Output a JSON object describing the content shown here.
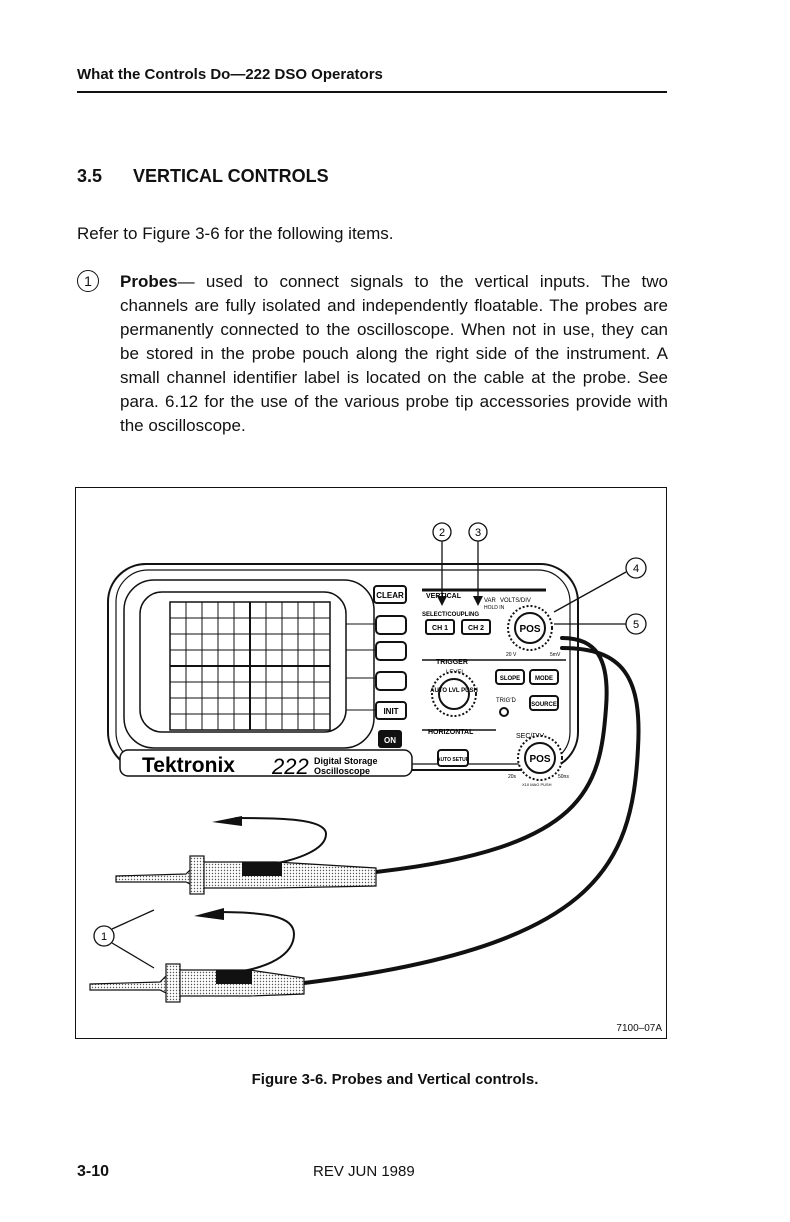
{
  "header": {
    "running_title": "What the Controls Do—222 DSO Operators"
  },
  "section": {
    "number": "3.5",
    "title": "VERTICAL CONTROLS"
  },
  "intro": "Refer to Figure 3-6 for the following items.",
  "item1": {
    "number": "1",
    "term": "Probes",
    "text": "— used to connect signals to the vertical inputs. The two channels are fully isolated and independently floatable. The probes are permanently connected to the oscilloscope. When not in use, they can be stored in the probe pouch along the right side of the instrument. A small channel identifier label is located on the cable at the probe. See para. 6.12 for the use of the various probe tip accessories provide with the oscilloscope."
  },
  "figure": {
    "code": "7100–07A",
    "callouts": [
      "1",
      "2",
      "3",
      "4",
      "5"
    ],
    "brand": "Tektronix",
    "model": "222",
    "model_desc_line1": "Digital Storage",
    "model_desc_line2": "Oscilloscope",
    "buttons": {
      "clear": "CLEAR",
      "init": "INIT",
      "on": "ON",
      "ch1": "CH 1",
      "ch2": "CH 2",
      "slope": "SLOPE",
      "mode": "MODE",
      "source": "SOURCE",
      "auto_setup": "AUTO SETUP"
    },
    "panel_labels": {
      "vertical": "VERTICAL",
      "select_coupling": "SELECT/COUPLING",
      "var": "VAR",
      "volts_div": "VOLTS/DIV",
      "hold_in": "HOLD IN",
      "pos": "POS",
      "trigger": "TRIGGER",
      "level": "LEVEL",
      "auto_lvl_push": "AUTO LVL PUSH",
      "trigd": "TRIG'D",
      "horizontal": "HORIZONTAL",
      "sec_div": "SEC/DIV",
      "xy_magnify": "X10 MAG PUSH",
      "v20": "20 V",
      "mv5": "5mV",
      "s20": "20s",
      "ns50": "50ns"
    }
  },
  "caption": "Figure 3-6. Probes and Vertical controls.",
  "footer": {
    "page": "3-10",
    "revision": "REV JUN 1989"
  }
}
